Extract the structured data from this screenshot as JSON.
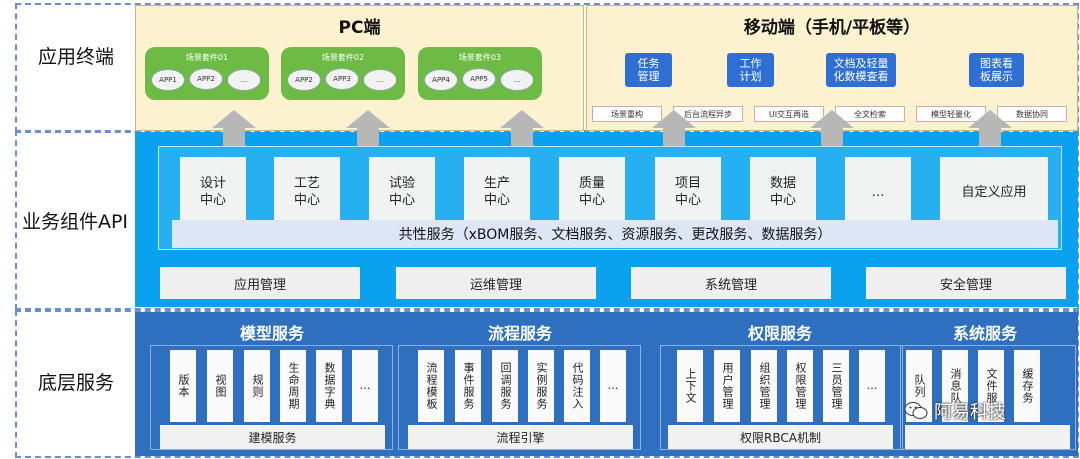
{
  "rows": {
    "terminal": "应用终端",
    "api": "业务组件API",
    "base": "底层服务"
  },
  "pc": {
    "title": "PC端",
    "suites": [
      {
        "title": "场景套件01",
        "apps": [
          "APP1",
          "APP2",
          "..."
        ]
      },
      {
        "title": "场景套件02",
        "apps": [
          "APP2",
          "APP3",
          "..."
        ]
      },
      {
        "title": "场景套件03",
        "apps": [
          "APP4",
          "APP5",
          "..."
        ]
      }
    ]
  },
  "mobile": {
    "title": "移动端（手机/平板等）",
    "tasks": [
      "任务\n管理",
      "工作\n计划",
      "文档及轻量\n化数模查看",
      "图表看\n板展示"
    ],
    "features": [
      "场景重构",
      "后台流程异步",
      "UI交互再造",
      "全文检索",
      "模型轻量化",
      "数据协同"
    ]
  },
  "api": {
    "centers": [
      "设计\n中心",
      "工艺\n中心",
      "试验\n中心",
      "生产\n中心",
      "质量\n中心",
      "项目\n中心",
      "数据\n中心",
      "…",
      "自定义应用"
    ],
    "common": "共性服务（xBOM服务、文档服务、资源服务、更改服务、数据服务）",
    "mgmt": [
      "应用管理",
      "运维管理",
      "系统管理",
      "安全管理"
    ]
  },
  "base": {
    "groups": [
      {
        "title": "模型服务",
        "items": [
          "版本",
          "视图",
          "规则",
          "生命周期",
          "数据字典",
          "…"
        ],
        "bar": "建模服务"
      },
      {
        "title": "流程服务",
        "items": [
          "流程模板",
          "事件服务",
          "回调服务",
          "实例服务",
          "代码注入",
          "…"
        ],
        "bar": "流程引擎"
      },
      {
        "title": "权限服务",
        "items": [
          "上下文",
          "用户管理",
          "组织管理",
          "权限管理",
          "三员管理",
          "…"
        ],
        "bar": "权限RBCA机制"
      },
      {
        "title": "系统服务",
        "items": [
          "队列",
          "消息队",
          "文件服",
          "缓存务"
        ],
        "bar": ""
      }
    ]
  },
  "watermark": "阿易科技"
}
